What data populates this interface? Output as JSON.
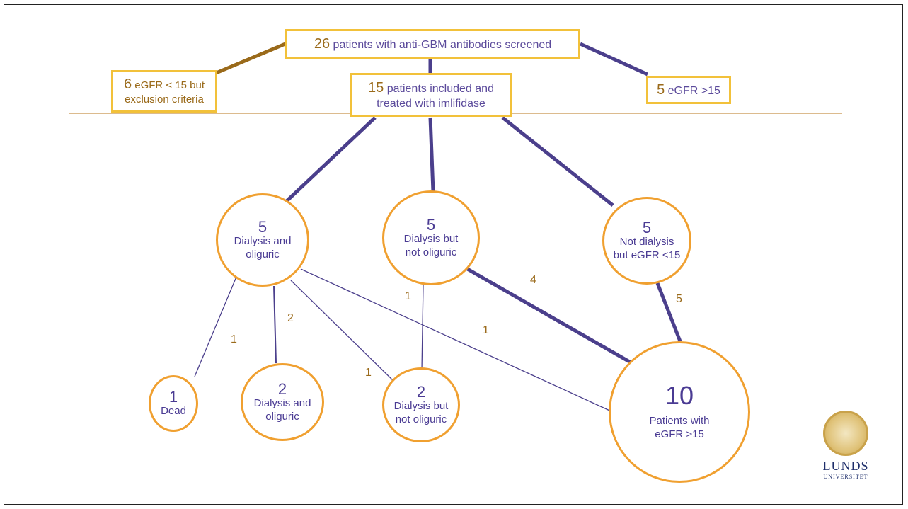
{
  "top_box": {
    "number": "26",
    "text": "patients with anti-GBM antibodies screened"
  },
  "left_box": {
    "number": "6",
    "text_line1": "eGFR < 15 but",
    "text_line2": "exclusion criteria"
  },
  "middle_box": {
    "number": "15",
    "text_line1": "patients included and",
    "text_line2": "treated with imlifidase"
  },
  "right_box": {
    "number": "5",
    "text": "eGFR >15"
  },
  "circles": {
    "dialysis_oliguric": {
      "number": "5",
      "line1": "Dialysis and",
      "line2": "oliguric"
    },
    "dialysis_not_oliguric": {
      "number": "5",
      "line1": "Dialysis but",
      "line2": "not oliguric"
    },
    "not_dialysis": {
      "number": "5",
      "line1": "Not dialysis",
      "line2": "but eGFR <15"
    },
    "dead": {
      "number": "1",
      "line1": "Dead"
    },
    "outcome_dialysis_oliguric": {
      "number": "2",
      "line1": "Dialysis and",
      "line2": "oliguric"
    },
    "outcome_dialysis_not_oliguric": {
      "number": "2",
      "line1": "Dialysis but",
      "line2": "not oliguric"
    },
    "egfr_above": {
      "number": "10",
      "line1": "Patients with",
      "line2": "eGFR >15"
    }
  },
  "edge_labels": {
    "to_dead": "1",
    "to_oliguric": "2",
    "to_not_oliguric_from_oliguric": "1",
    "to_not_oliguric_from_not_oliguric": "1",
    "oliguric_to_egfr": "1",
    "not_oliguric_to_egfr": "4",
    "not_dialysis_to_egfr": "5"
  },
  "logo": {
    "line1": "LUNDS",
    "line2": "UNIVERSITET"
  },
  "colors": {
    "thick_edge": "#4b3f8c",
    "brown_edge": "#9a6a1a",
    "divider": "#c8924a",
    "box_border": "#f2c13a",
    "circle_border": "#f0a030"
  }
}
